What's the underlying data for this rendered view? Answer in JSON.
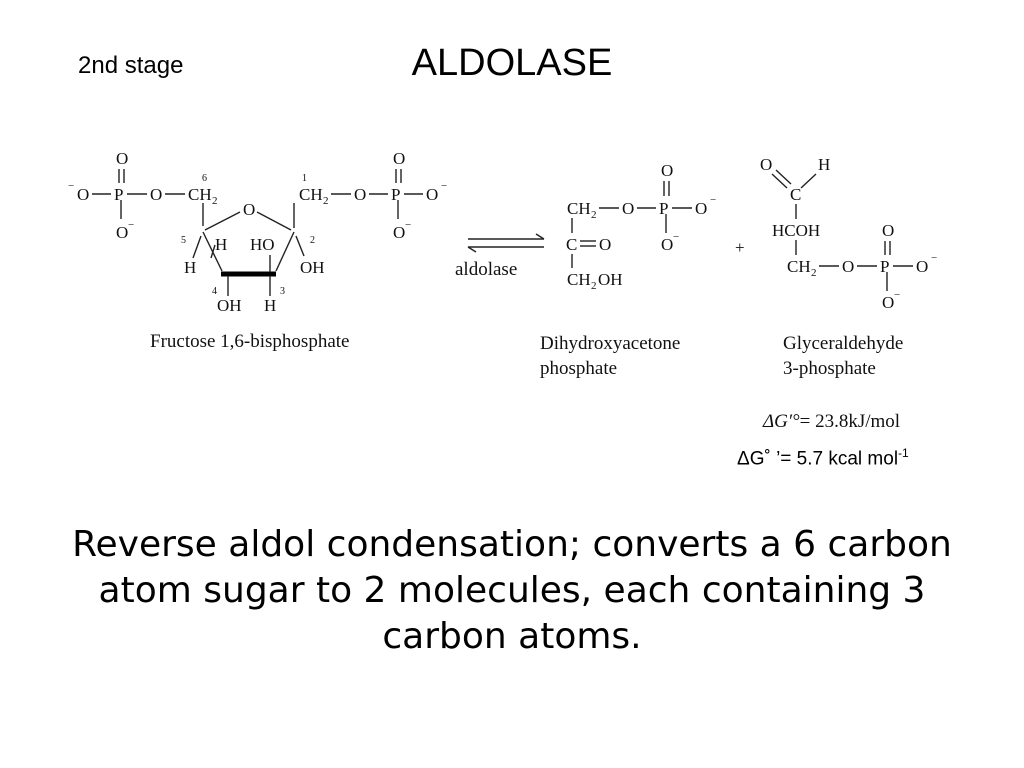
{
  "slide": {
    "stage_label": "2nd stage",
    "title": "ALDOLASE",
    "description": "Reverse aldol condensation; converts a 6 carbon atom sugar to 2 molecules, each containing 3 carbon atoms.",
    "dg_kcal": {
      "prefix": "ΔG˚ ’= 5.7 kcal mol",
      "sup": "-1"
    }
  },
  "reaction": {
    "enzyme": "aldolase",
    "plus": "+",
    "delta_g": {
      "symbol": "ΔG′°",
      "value": "= 23.8kJ/mol"
    },
    "substrate": {
      "name": "Fructose 1,6-bisphosphate",
      "carbon_numbers": [
        "1",
        "2",
        "3",
        "4",
        "5",
        "6"
      ]
    },
    "product_1": {
      "name_line1": "Dihydroxyacetone",
      "name_line2": "phosphate"
    },
    "product_2": {
      "name_line1": "Glyceraldehyde",
      "name_line2": "3-phosphate"
    }
  }
}
